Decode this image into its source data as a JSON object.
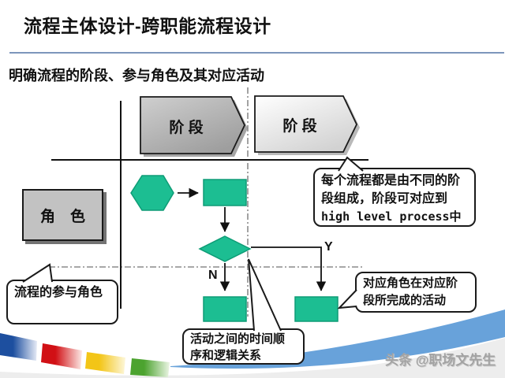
{
  "slide": {
    "title": "流程主体设计-跨职能流程设计",
    "subtitle": "明确流程的阶段、参与角色及其对应活动"
  },
  "diagram": {
    "phase1_label": "阶 段",
    "phase2_label": "阶 段",
    "role_label": "角　色",
    "branch_yes": "Y",
    "branch_no": "N",
    "callout_phase": {
      "line1": "每个流程都是由不同的阶",
      "line2": "段组成，阶段可对应到",
      "line3": "high level process中"
    },
    "callout_role": {
      "line1": "流程的参与角色"
    },
    "callout_sequence": {
      "line1": "活动之间的时间顺",
      "line2": "序和逻辑关系"
    },
    "callout_activity": {
      "line1": "对应角色在对应阶",
      "line2": "段所完成的活动"
    },
    "colors": {
      "shape_green": "#1CBE92",
      "shape_green_edge": "#0e9c76",
      "accent_rule": "#7d96bb"
    }
  },
  "footer": {
    "watermark": "头条 @职场文先生",
    "ribbon": {
      "blue": "#1d4f9f",
      "red": "#d11015",
      "yellow": "#f3c517",
      "green": "#4ca32f",
      "swoosh_blue": "#68a2da"
    }
  }
}
